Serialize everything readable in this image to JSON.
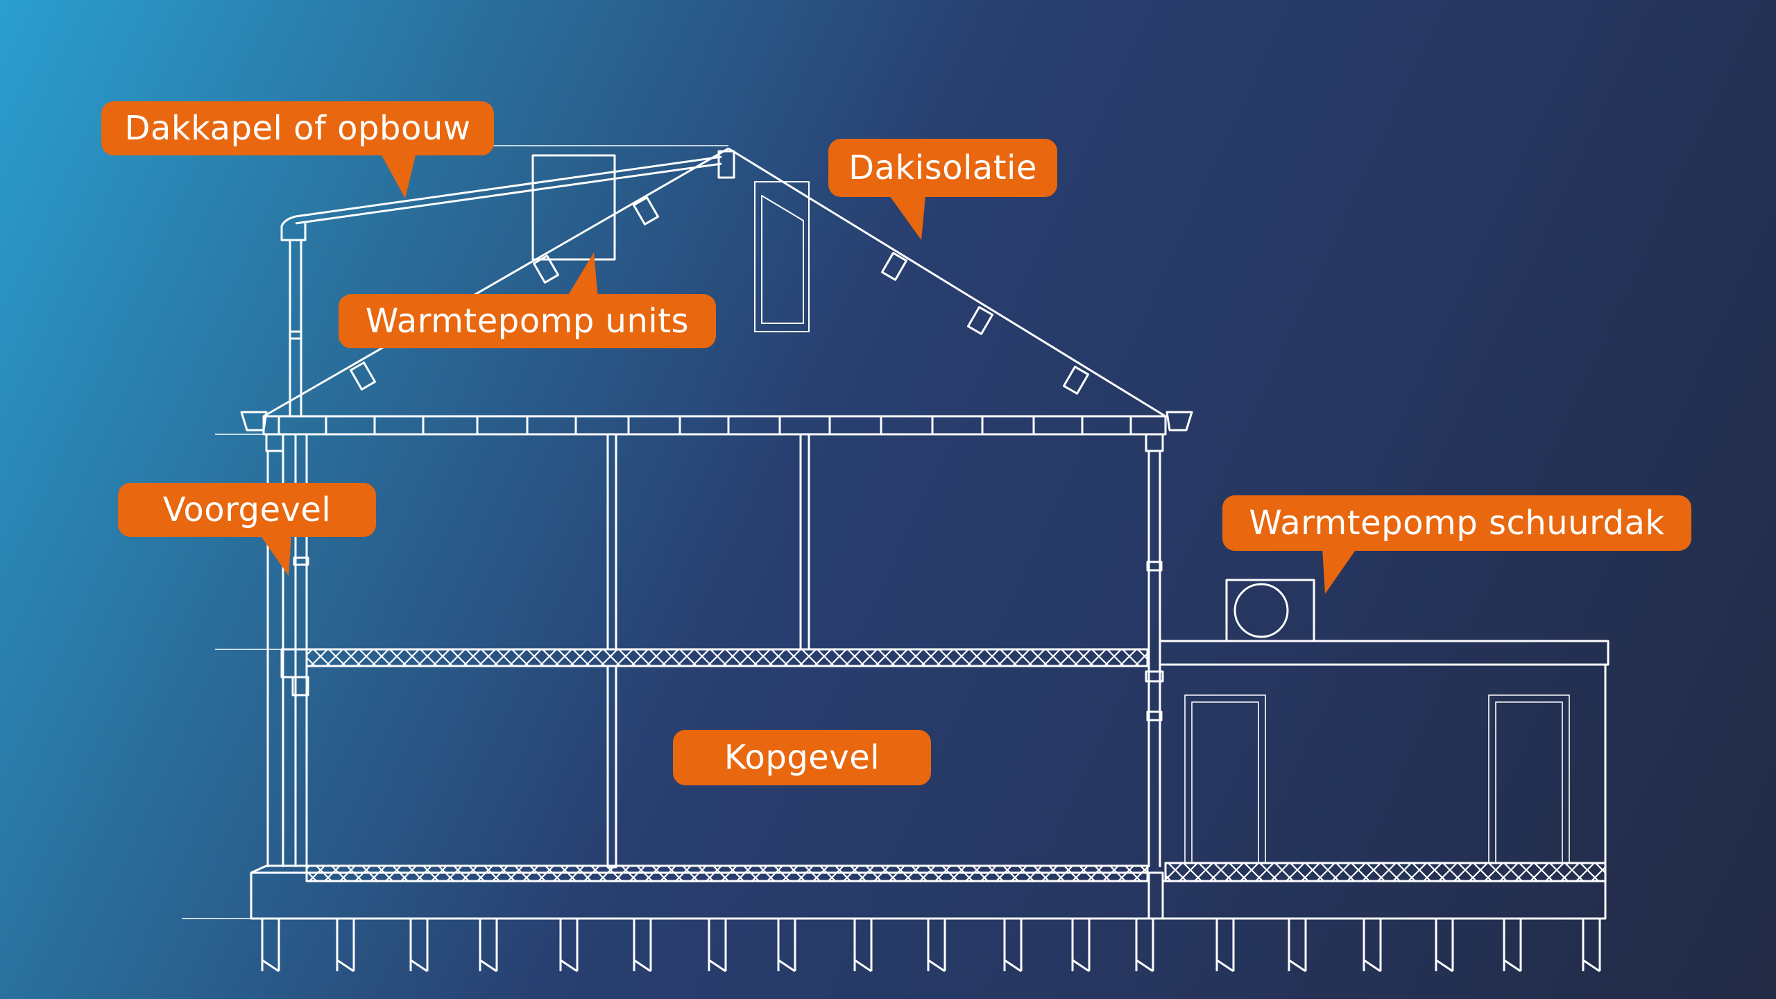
{
  "labels": {
    "dakkapel": "Dakkapel of opbouw",
    "dakisolatie": "Dakisolatie",
    "warmtepomp_units": "Warmtepomp units",
    "voorgevel": "Voorgevel",
    "warmtepomp_schuurdak": "Warmtepomp schuurdak",
    "kopgevel": "Kopgevel"
  },
  "colors": {
    "callout": "#e8670f",
    "line": "#ffffff",
    "bg_start": "#2a9fd0",
    "bg_end": "#222a44"
  }
}
